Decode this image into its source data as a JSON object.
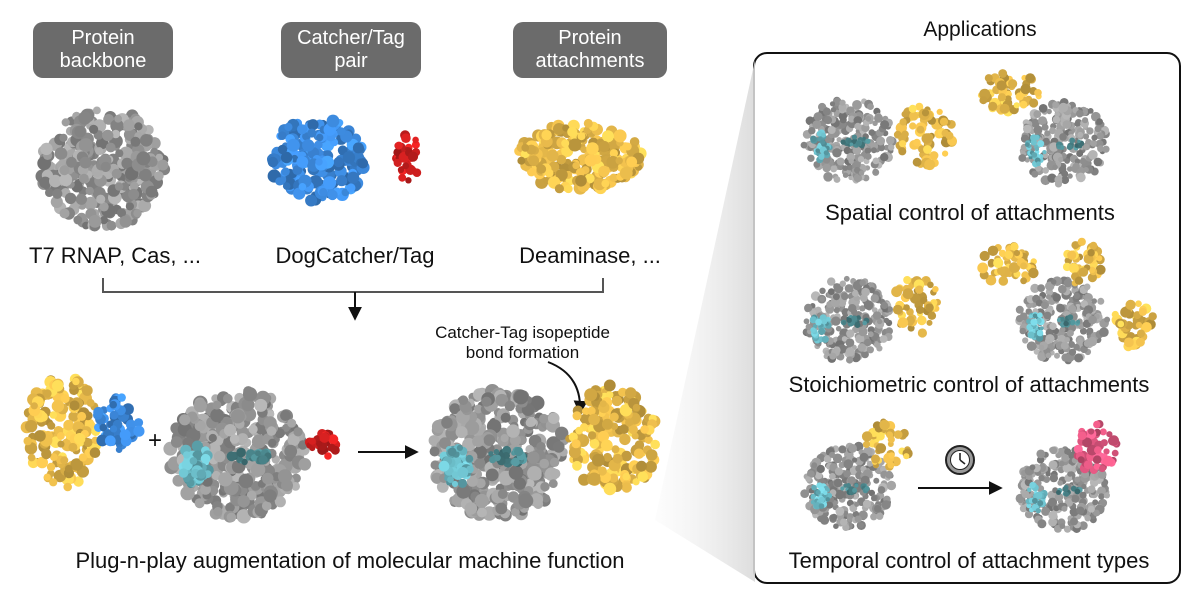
{
  "categories": {
    "backbone": "Protein\nbackbone",
    "catcher_tag": "Catcher/Tag\npair",
    "attachments": "Protein\nattachments"
  },
  "examples": {
    "backbone": "T7 RNAP, Cas, ...",
    "catcher_tag": "DogCatcher/Tag",
    "attachments": "Deaminase, ..."
  },
  "annotation": "Catcher-Tag isopeptide\nbond formation",
  "plus_sign": "+",
  "bottom_caption": "Plug-n-play augmentation of molecular machine function",
  "applications": {
    "title": "Applications",
    "spatial": "Spatial control of attachments",
    "stoichiometric": "Stoichiometric control of attachments",
    "temporal": "Temporal control of attachment types"
  },
  "colors": {
    "backbone_gray": "#9e9e9e",
    "catcher_blue": "#3f8fe6",
    "tag_red": "#d42020",
    "attachment_yellow": "#f2c24e",
    "alternate_pink": "#e85a85",
    "channel_teal": "#6fc3cf",
    "pill_gray": "#6b6b6b"
  }
}
